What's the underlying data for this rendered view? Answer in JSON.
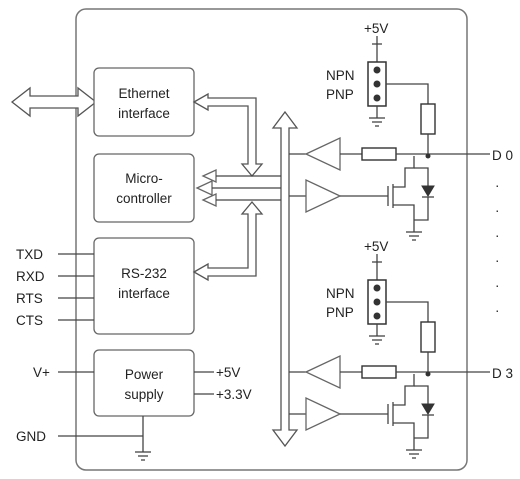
{
  "blocks": {
    "ethernet": [
      "Ethernet",
      "interface"
    ],
    "micro": [
      "Micro-",
      "controller"
    ],
    "rs232": [
      "RS-232",
      "interface"
    ],
    "power": [
      "Power",
      "supply"
    ]
  },
  "signals": {
    "txd": "TXD",
    "rxd": "RXD",
    "rts": "RTS",
    "cts": "CTS",
    "vplus": "V+",
    "gnd": "GND"
  },
  "rails": {
    "p5v": "+5V",
    "p3v3": "+3.3V"
  },
  "channels": [
    {
      "supply": "+5V",
      "npn": "NPN",
      "pnp": "PNP",
      "output": "D 0"
    },
    {
      "supply": "+5V",
      "npn": "NPN",
      "pnp": "PNP",
      "output": "D 3"
    }
  ],
  "ellipsis": "·"
}
